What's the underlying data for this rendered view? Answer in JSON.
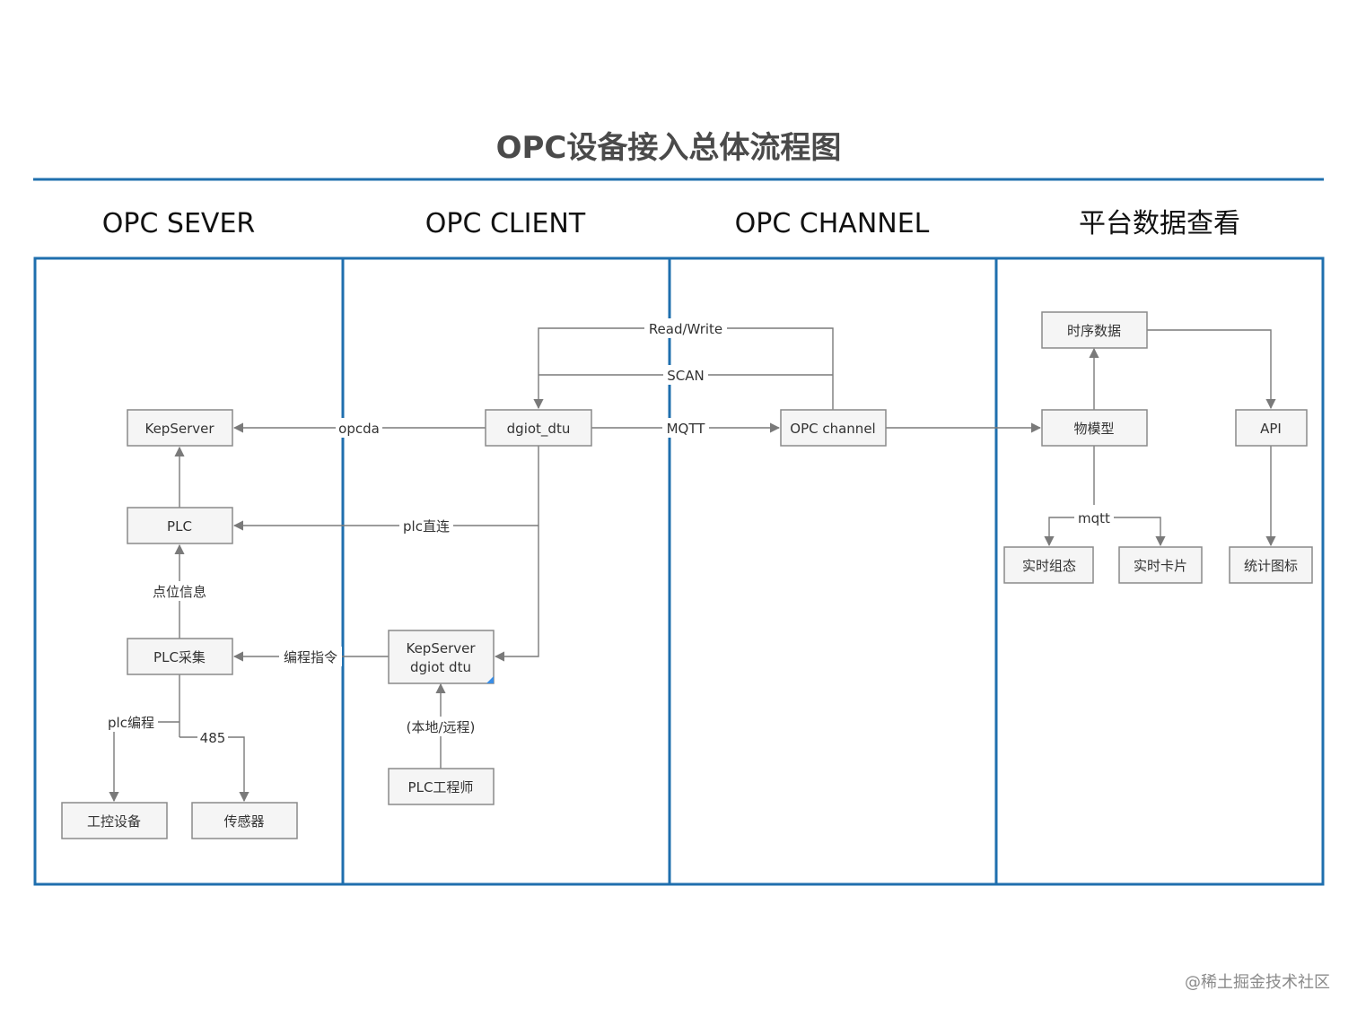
{
  "title": "OPC设备接入总体流程图",
  "lanes": [
    "OPC SEVER",
    "OPC CLIENT",
    "OPC CHANNEL",
    "平台数据查看"
  ],
  "nodes": {
    "kepserver": "KepServer",
    "plc": "PLC",
    "plc_collect": "PLC采集",
    "industrial_device": "工控设备",
    "sensor": "传感器",
    "dgiot_dtu": "dgiot_dtu",
    "kep_dtu_line1": "KepServer",
    "kep_dtu_line2": "dgiot dtu",
    "plc_engineer": "PLC工程师",
    "opc_channel": "OPC channel",
    "timeseries": "时序数据",
    "thing_model": "物模型",
    "api": "API",
    "realtime_config": "实时组态",
    "realtime_card": "实时卡片",
    "stat_chart": "统计图标"
  },
  "edge_labels": {
    "read_write": "Read/Write",
    "scan": "SCAN",
    "opcda": "opcda",
    "mqtt_upper": "MQTT",
    "plc_direct": "plc直连",
    "point_info": "点位信息",
    "program_cmd": "编程指令",
    "plc_programming": "plc编程",
    "rs485": "485",
    "local_remote": "(本地/远程)",
    "mqtt_lower": "mqtt"
  },
  "watermark": "@稀土掘金技术社区",
  "colors": {
    "lane_border": "#1f6fae",
    "node_fill": "#f5f5f5",
    "node_border": "#8a8a8a",
    "connector": "#7a7a7a"
  }
}
